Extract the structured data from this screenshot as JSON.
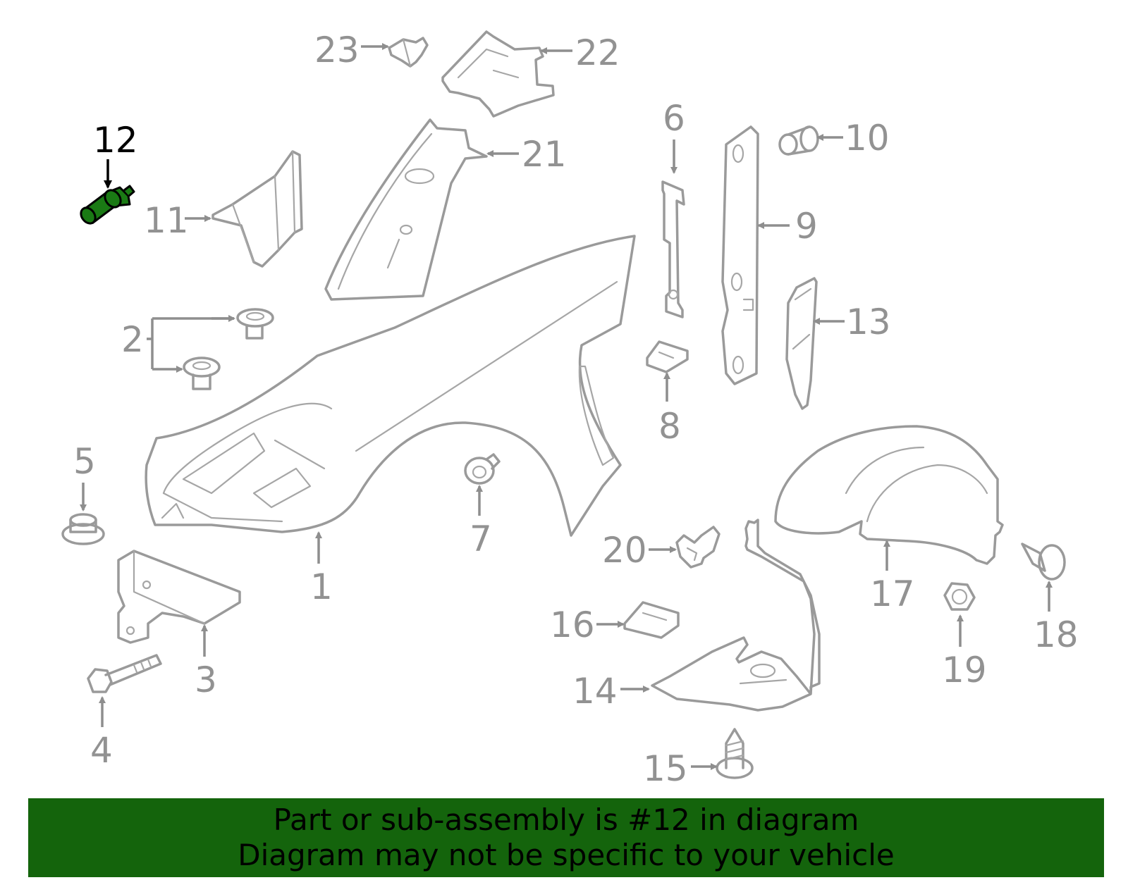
{
  "diagram": {
    "highlight_color": "#1a7a14",
    "banner_color": "#14640c",
    "line_color": "#9a9a9a",
    "callouts": [
      {
        "id": "1",
        "label": "1"
      },
      {
        "id": "2",
        "label": "2"
      },
      {
        "id": "3",
        "label": "3"
      },
      {
        "id": "4",
        "label": "4"
      },
      {
        "id": "5",
        "label": "5"
      },
      {
        "id": "6",
        "label": "6"
      },
      {
        "id": "7",
        "label": "7"
      },
      {
        "id": "8",
        "label": "8"
      },
      {
        "id": "9",
        "label": "9"
      },
      {
        "id": "10",
        "label": "10"
      },
      {
        "id": "11",
        "label": "11"
      },
      {
        "id": "12",
        "label": "12"
      },
      {
        "id": "13",
        "label": "13"
      },
      {
        "id": "14",
        "label": "14"
      },
      {
        "id": "15",
        "label": "15"
      },
      {
        "id": "16",
        "label": "16"
      },
      {
        "id": "17",
        "label": "17"
      },
      {
        "id": "18",
        "label": "18"
      },
      {
        "id": "19",
        "label": "19"
      },
      {
        "id": "20",
        "label": "20"
      },
      {
        "id": "21",
        "label": "21"
      },
      {
        "id": "22",
        "label": "22"
      },
      {
        "id": "23",
        "label": "23"
      }
    ],
    "highlighted_part": "12"
  },
  "banner": {
    "line1": "Part or sub-assembly is #12 in diagram",
    "line2": "Diagram may not be specific to your vehicle"
  }
}
